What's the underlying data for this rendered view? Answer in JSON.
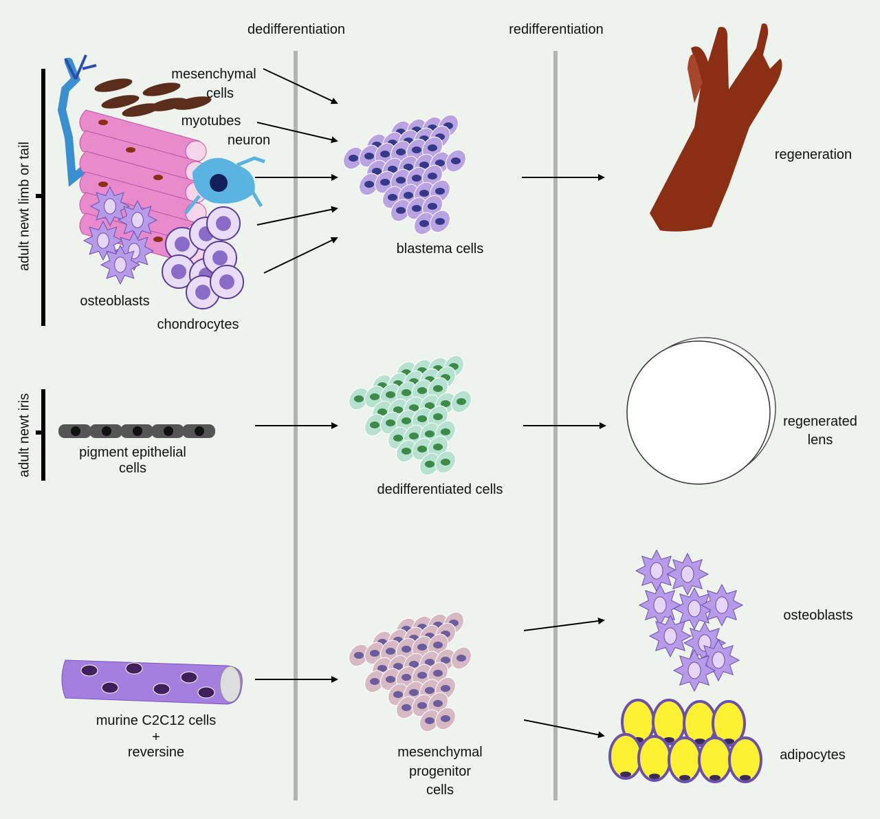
{
  "headers": {
    "dedifferentiation": "dedifferentiation",
    "redifferentiation": "redifferentiation"
  },
  "rows": {
    "limb": {
      "side_label": "adult newt limb or tail",
      "sources": {
        "mesenchymal": "mesenchymal",
        "mesenchymal_2": "cells",
        "myotubes": "myotubes",
        "neuron": "neuron",
        "osteoblasts": "osteoblasts",
        "chondrocytes": "chondrocytes"
      },
      "intermediate": "blastema cells",
      "outcome": "regeneration"
    },
    "iris": {
      "side_label": "adult newt iris",
      "source_1": "pigment epithelial",
      "source_2": "cells",
      "intermediate": "dedifferentiated cells",
      "outcome_1": "regenerated",
      "outcome_2": "lens"
    },
    "murine": {
      "source_1": "murine C2C12 cells",
      "source_2": "+",
      "source_3": "reversine",
      "intermediate_1": "mesenchymal",
      "intermediate_2": "progenitor",
      "intermediate_3": "cells",
      "outcome_a": "osteoblasts",
      "outcome_b": "adipocytes"
    }
  },
  "colors": {
    "background": "#eef3ee",
    "divider": "#b3b3b3",
    "blastema": "#b9a3e3",
    "blastema_nucleus": "#34398a",
    "dediff": "#b7e2d2",
    "dediff_nucleus": "#3b8a45",
    "progenitor": "#d6b9c2",
    "progenitor_nucleus": "#6b5c9d"
  }
}
